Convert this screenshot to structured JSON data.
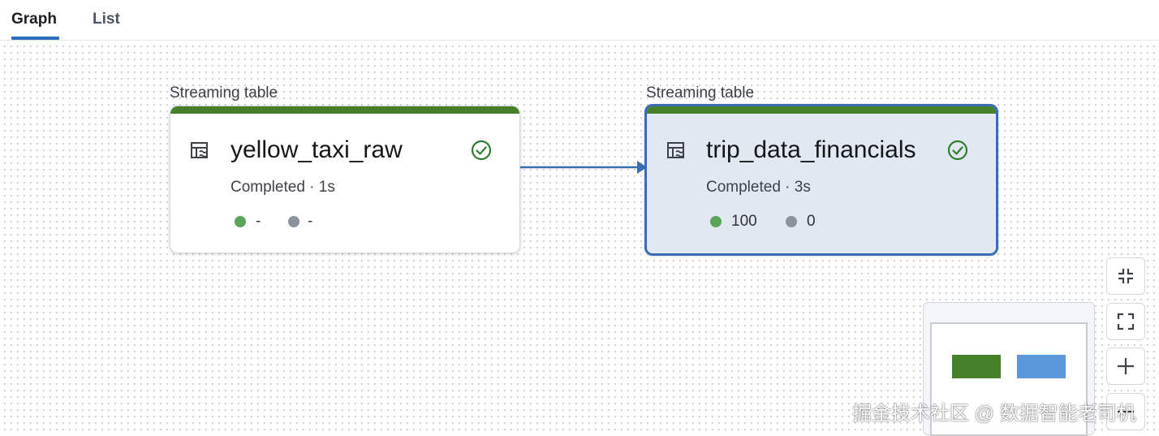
{
  "tabs": [
    {
      "label": "Graph",
      "active": true
    },
    {
      "label": "List",
      "active": false
    }
  ],
  "nodes": [
    {
      "type_label": "Streaming table",
      "name": "yellow_taxi_raw",
      "status": "Completed · 1s",
      "metric_green": "-",
      "metric_gray": "-",
      "selected": false
    },
    {
      "type_label": "Streaming table",
      "name": "trip_data_financials",
      "status": "Completed · 3s",
      "metric_green": "100",
      "metric_gray": "0",
      "selected": true
    }
  ],
  "controls": {
    "collapse_icon": "collapse-icon",
    "fit_icon": "fit-view-icon",
    "zoom_in_icon": "plus-icon",
    "zoom_out_icon": "minus-icon"
  },
  "minimap": {
    "node_colors": [
      "#46802a",
      "#5b97db"
    ]
  },
  "colors": {
    "accent": "#2a6ebb",
    "success_bar": "#46802a",
    "success_check": "#2f7d32",
    "metric_green": "#5aa55a",
    "metric_gray": "#8a939c",
    "edge": "#3a6db3"
  },
  "watermark": "掘金技术社区 @ 数据智能老司机"
}
